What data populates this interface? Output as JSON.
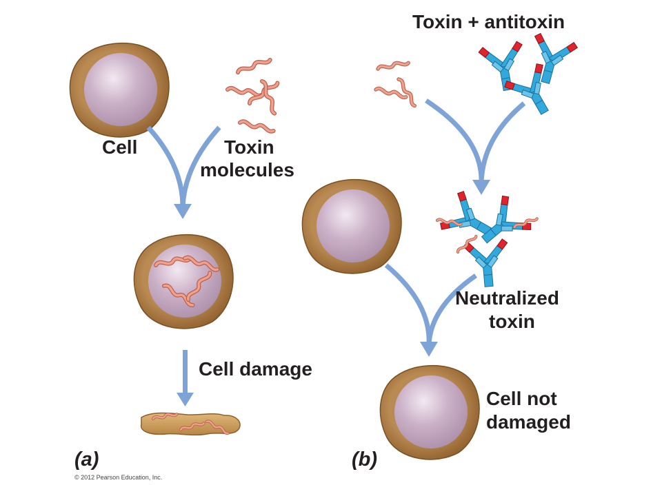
{
  "labels": {
    "cell": "Cell",
    "toxin_molecules_1": "Toxin",
    "toxin_molecules_2": "molecules",
    "cell_damage": "Cell damage",
    "toxin_antitoxin": "Toxin + antitoxin",
    "neutralized_1": "Neutralized",
    "neutralized_2": "toxin",
    "not_damaged_1": "Cell not",
    "not_damaged_2": "damaged",
    "panel_a": "(a)",
    "panel_b": "(b)"
  },
  "credit": "© 2012 Pearson Education, Inc.",
  "colors": {
    "cell_membrane": "#a8763f",
    "cell_interior": "#c3a3bd",
    "toxin": "#e08b77",
    "antibody": "#32a9dd",
    "antibody_tip": "#e0242e",
    "arrow": "#7ea3d6",
    "text": "#231f20"
  }
}
